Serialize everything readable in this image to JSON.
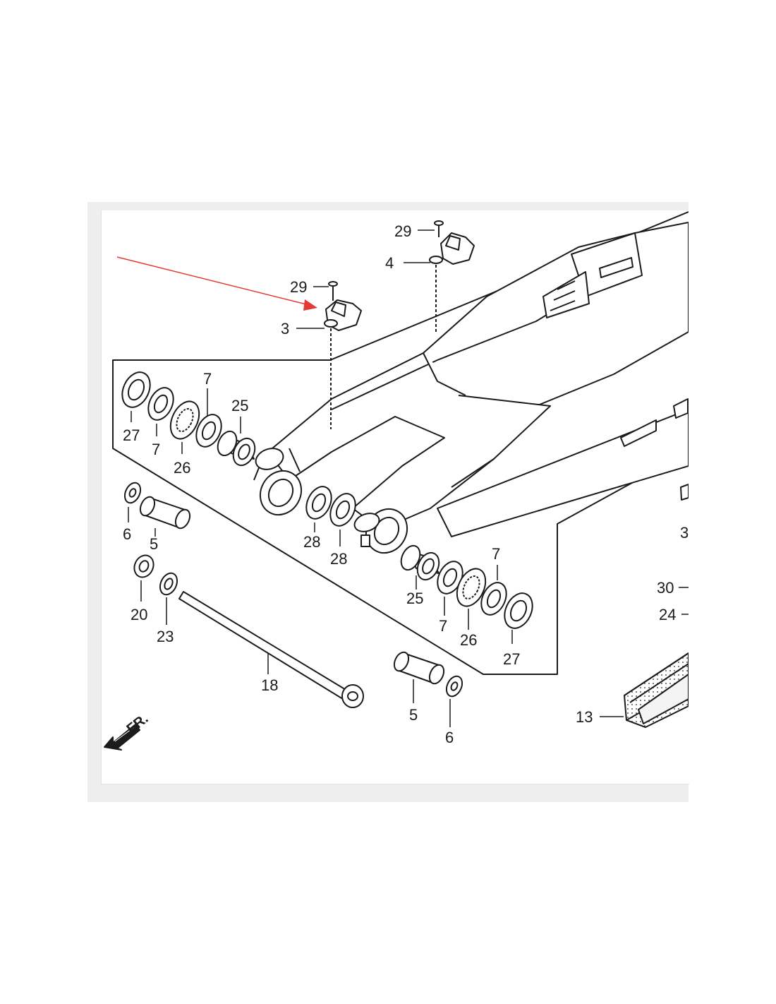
{
  "diagram": {
    "callouts": {
      "c27a": "27",
      "c7a": "7",
      "c7a_top": "7",
      "c26a": "26",
      "c25a": "25",
      "c6a": "6",
      "c5a": "5",
      "c20": "20",
      "c23": "23",
      "c18": "18",
      "c28a": "28",
      "c28b": "28",
      "c25b": "25",
      "c7b": "7",
      "c7b_top": "7",
      "c26b": "26",
      "c27b": "27",
      "c5b": "5",
      "c6b": "6",
      "c29a": "29",
      "c3": "3",
      "c29b": "29",
      "c4": "4",
      "c30": "30",
      "c24": "24",
      "c13": "13",
      "c3_cut": "3"
    },
    "direction_label": "FR.",
    "highlight_arrow_color": "#e53935",
    "line_color": "#1b1b1b"
  }
}
